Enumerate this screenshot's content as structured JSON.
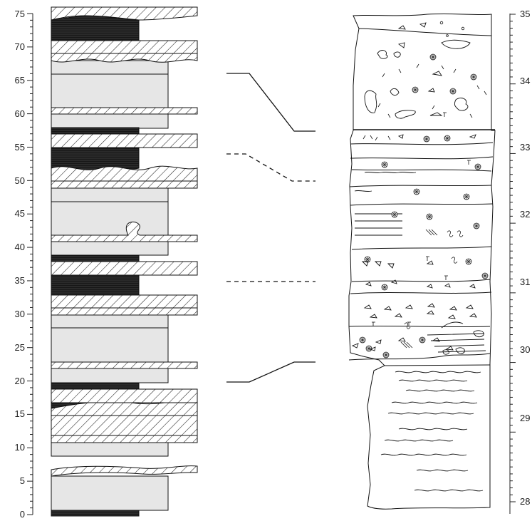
{
  "left_axis": {
    "labels": [
      "0",
      "5",
      "10",
      "15",
      "20",
      "25",
      "30",
      "35",
      "40",
      "45",
      "50",
      "55",
      "60",
      "65",
      "70",
      "75"
    ]
  },
  "right_axis": {
    "labels": [
      "28",
      "29",
      "30",
      "31",
      "32",
      "33",
      "34",
      "35"
    ]
  },
  "colors": {
    "mudstone_fill": "#e6e6e6",
    "coal_fill": "#222222",
    "sandstone_hatch": "#222222",
    "line": "#111111"
  }
}
